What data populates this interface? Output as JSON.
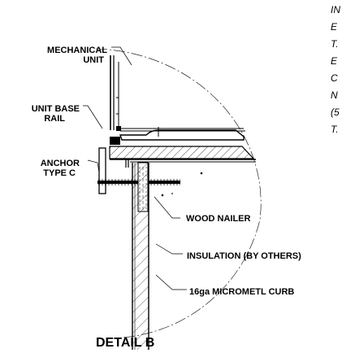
{
  "labels": {
    "mechanical_unit_line1": "MECHANICAL",
    "mechanical_unit_line2": "UNIT",
    "unit_base_rail_line1": "UNIT BASE",
    "unit_base_rail_line2": "RAIL",
    "anchor_line1": "ANCHOR",
    "anchor_line2": "TYPE C",
    "wood_nailer": "WOOD NAILER",
    "insulation": "INSULATION (BY OTHERS)",
    "curb": "16ga MICROMETL CURB",
    "detail_title": "DETAIL B"
  },
  "side_note_lines": [
    "IN",
    "E",
    "T.",
    "E",
    "C",
    "N",
    "(5",
    "T."
  ]
}
